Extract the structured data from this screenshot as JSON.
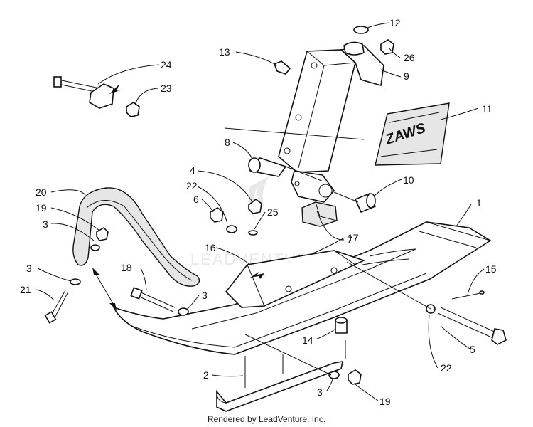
{
  "diagram": {
    "callouts": [
      "1",
      "2",
      "3",
      "4",
      "5",
      "6",
      "7",
      "8",
      "9",
      "10",
      "11",
      "12",
      "13",
      "14",
      "15",
      "16",
      "17",
      "18",
      "19",
      "20",
      "21",
      "22",
      "23",
      "24",
      "25",
      "26"
    ],
    "decal_text": "ZAWS",
    "watermark_text": "LEADVENTURE",
    "footer": "Rendered by LeadVenture, Inc."
  }
}
